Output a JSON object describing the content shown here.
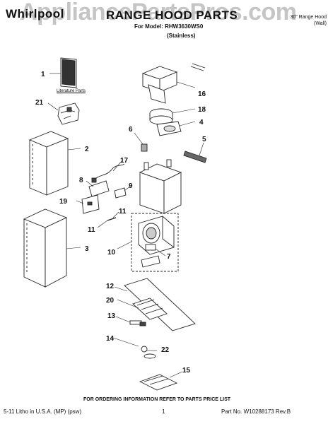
{
  "header": {
    "brand": "Whirlpool",
    "title": "RANGE HOOD PARTS",
    "model_line": "For Model: RHW3630WS0",
    "variant": "(Stainless)",
    "hood_type_line1": "30\" Range Hood",
    "hood_type_line2": "(Wall)",
    "watermark": "AppliancePartsPros.com"
  },
  "labels": {
    "literature_parts": "Literature Parts"
  },
  "callouts": [
    "1",
    "2",
    "3",
    "4",
    "5",
    "6",
    "7",
    "8",
    "9",
    "10",
    "11",
    "11",
    "12",
    "13",
    "14",
    "15",
    "16",
    "17",
    "18",
    "19",
    "20",
    "21",
    "22"
  ],
  "footer": {
    "ordering": "FOR ORDERING INFORMATION REFER TO PARTS PRICE LIST",
    "litho": "5-11 Litho in U.S.A. (MP) (psw)",
    "page": "1",
    "part_number": "Part No. W10288173 Rev.B"
  }
}
